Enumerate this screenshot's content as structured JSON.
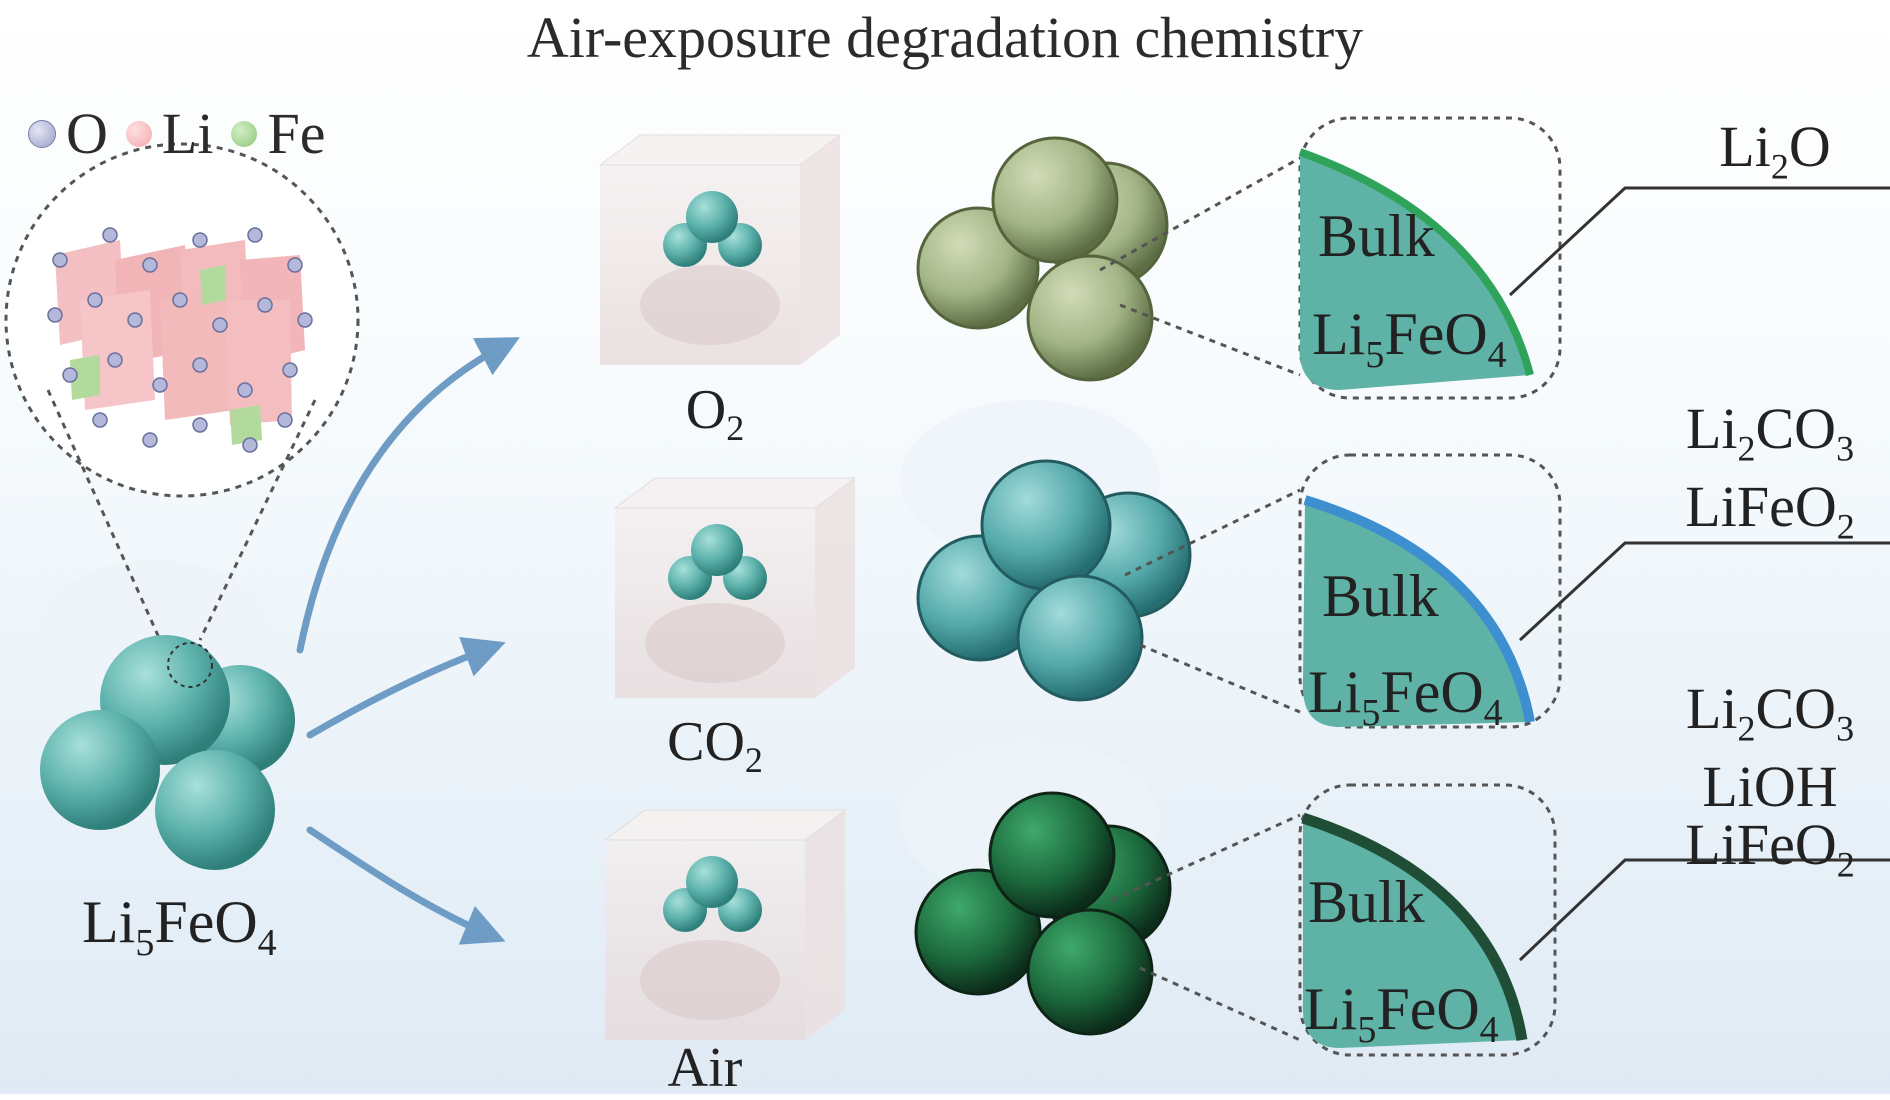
{
  "title": "Air-exposure degradation chemistry",
  "legend": [
    {
      "symbol": "O",
      "color": "#9a9fc7"
    },
    {
      "symbol": "Li",
      "color": "#f2a8ac"
    },
    {
      "symbol": "Fe",
      "color": "#8ec77a"
    }
  ],
  "starting_material": {
    "formula_main": "Li",
    "sub1": "5",
    "mid": "FeO",
    "sub2": "4"
  },
  "conditions": [
    {
      "gas_main": "O",
      "gas_sub": "2",
      "bulk_label": "Bulk",
      "layer_color": "#2fa35a",
      "particle_color": "#a6b888",
      "products": [
        {
          "parts": [
            [
              "Li",
              ""
            ],
            [
              "2",
              "sub"
            ],
            [
              "O",
              ""
            ]
          ]
        }
      ]
    },
    {
      "gas_main": "CO",
      "gas_sub": "2",
      "bulk_label": "Bulk",
      "layer_color": "#3d8fd0",
      "particle_color": "#5fb0b0",
      "products": [
        {
          "parts": [
            [
              "Li",
              ""
            ],
            [
              "2",
              "sub"
            ],
            [
              "CO",
              ""
            ],
            [
              "3",
              "sub"
            ]
          ]
        },
        {
          "parts": [
            [
              "LiFeO",
              ""
            ],
            [
              "2",
              "sub"
            ]
          ]
        }
      ]
    },
    {
      "gas_main": "Air",
      "gas_sub": "",
      "bulk_label": "Bulk",
      "layer_color": "#1f4d35",
      "particle_color": "#1e7a46",
      "products": [
        {
          "parts": [
            [
              "Li",
              ""
            ],
            [
              "2",
              "sub"
            ],
            [
              "CO",
              ""
            ],
            [
              "3",
              "sub"
            ]
          ]
        },
        {
          "parts": [
            [
              "LiOH",
              ""
            ]
          ]
        },
        {
          "parts": [
            [
              "LiFeO",
              ""
            ],
            [
              "2",
              "sub"
            ]
          ]
        }
      ]
    }
  ],
  "colors": {
    "teal": "#5fb3ad",
    "arrow": "#6e9cc4",
    "bulk_fill": "#5fb3a6"
  }
}
